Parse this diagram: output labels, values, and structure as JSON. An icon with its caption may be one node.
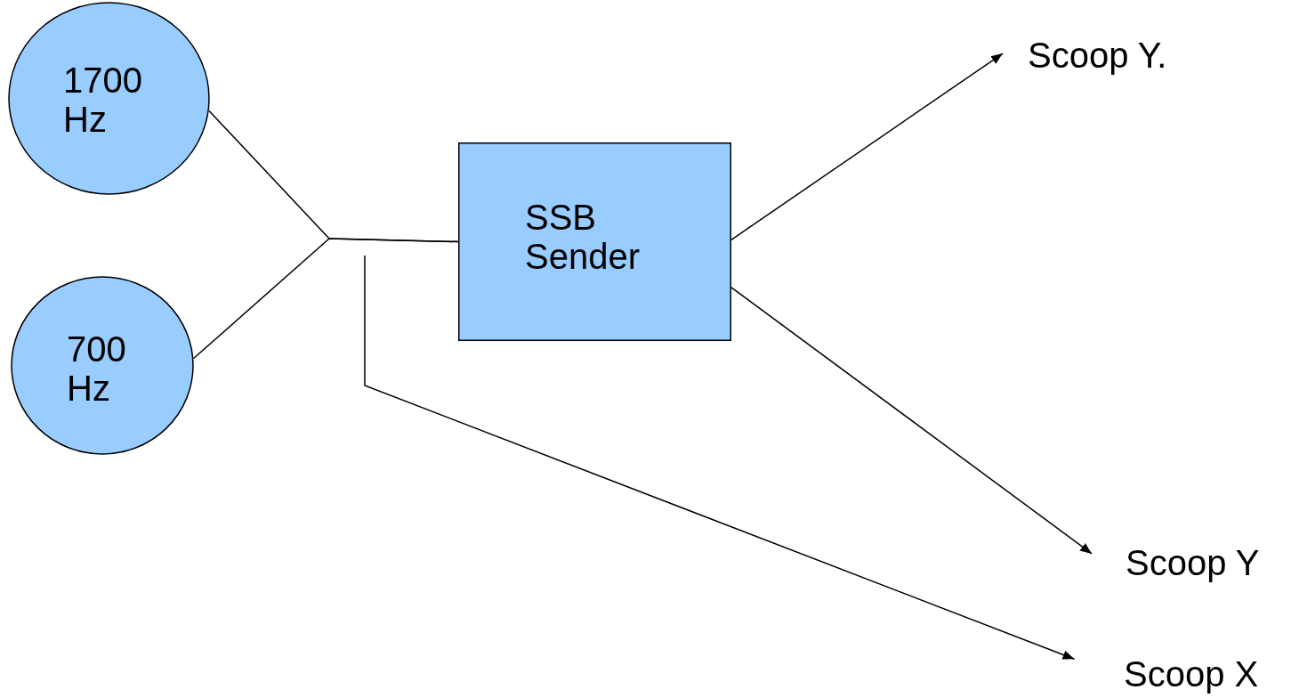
{
  "diagram": {
    "nodes": [
      {
        "text": [
          "1700 Hz"
        ]
      },
      {
        "text": [
          "700 Hz"
        ]
      },
      {
        "text": [
          "SSB Sender"
        ]
      },
      {
        "text": [
          "Scoop Y."
        ]
      },
      {
        "text": [
          "Scoop Y"
        ]
      },
      {
        "text": [
          "Scoop X"
        ]
      }
    ],
    "edges": [
      {
        "from": 0,
        "to": 2,
        "arrow": "none"
      },
      {
        "from": 1,
        "to": 2,
        "arrow": "none"
      },
      {
        "from": null,
        "to": 5,
        "arrow": "to"
      },
      {
        "from": 2,
        "to": 3,
        "arrow": "to"
      },
      {
        "from": 2,
        "to": 4,
        "arrow": "to"
      }
    ]
  }
}
